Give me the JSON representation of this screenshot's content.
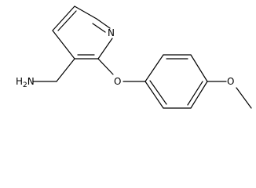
{
  "molecule": {
    "atoms": {
      "n": "N",
      "o_ether": "O",
      "o_methoxy": "O",
      "amine": "H2N"
    }
  }
}
